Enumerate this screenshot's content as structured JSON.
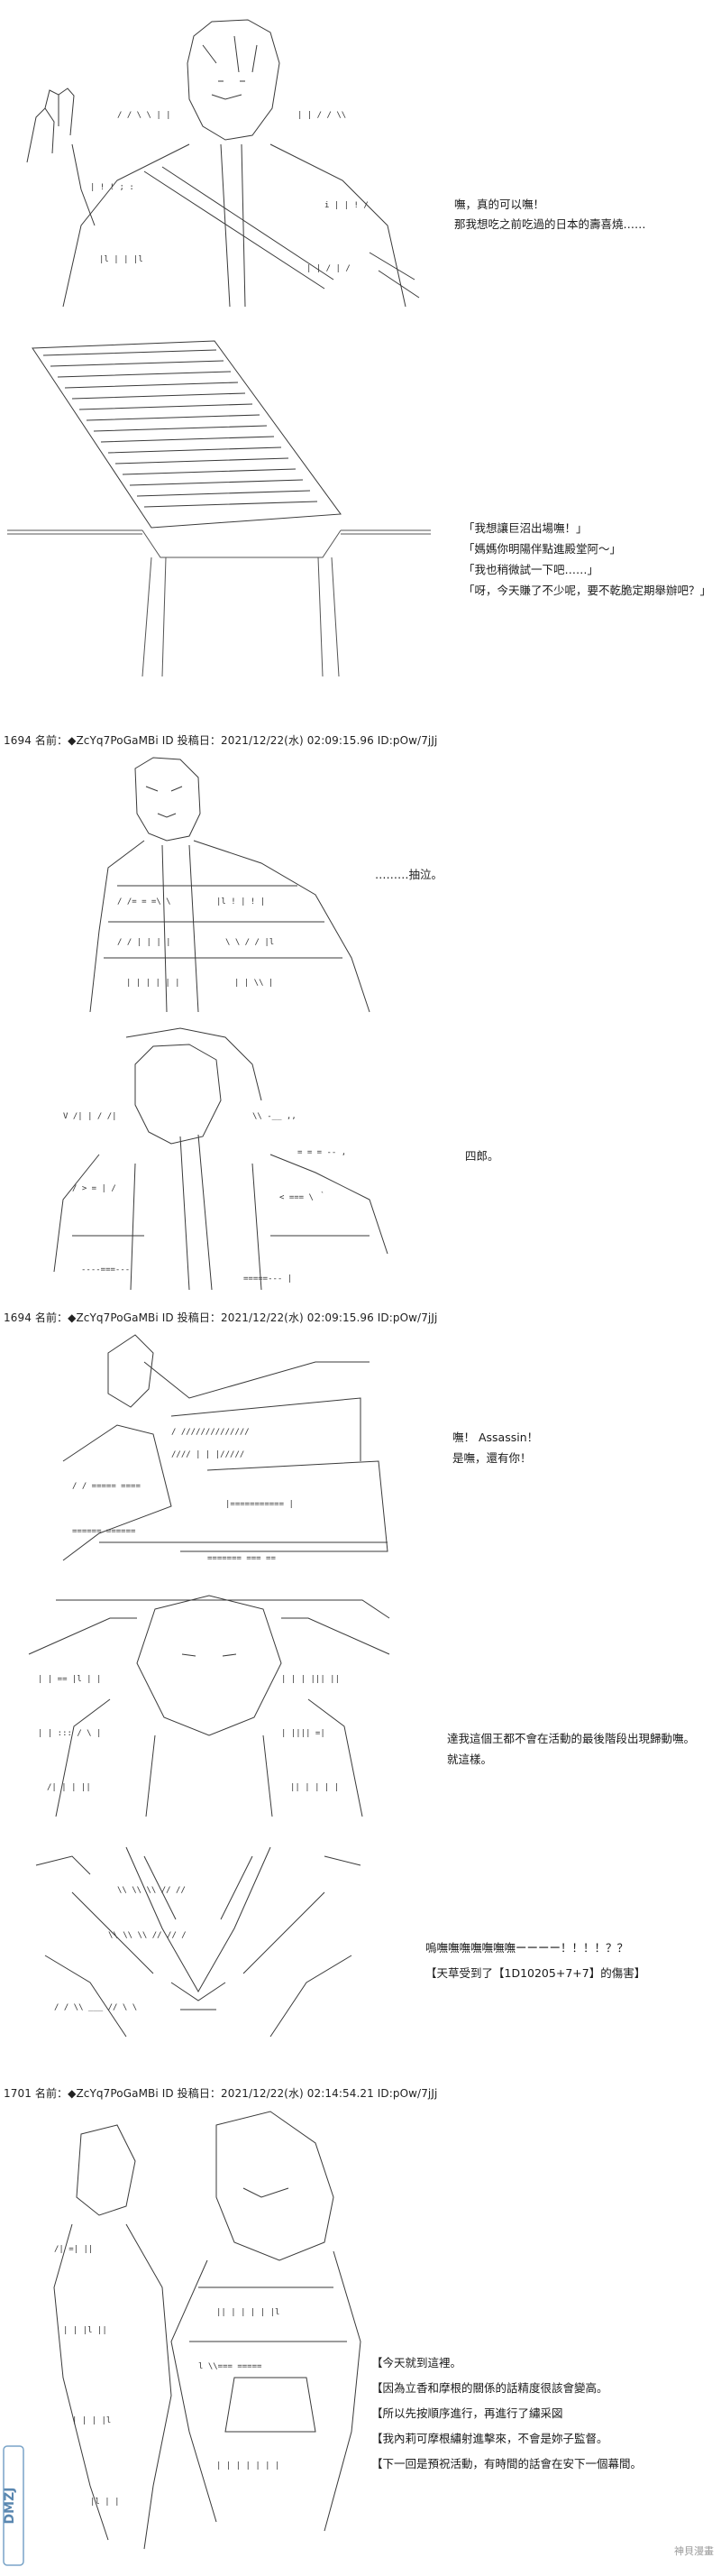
{
  "panels": [
    {
      "art_icon": "ascii-art-boy-in-jacket",
      "lines": [
        "嘸，真的可以嘸！",
        "那我想吃之前吃過的日本的壽喜燒……"
      ]
    },
    {
      "art_icon": "ascii-art-book-stand",
      "lines": [
        "「我想讓巨沼出場嘸！」",
        "「媽媽你明陽伴點進殿堂阿～」",
        "「我也稍微試一下吧……」",
        "「呀，今天賺了不少呢，要不乾脆定期舉辦吧？」"
      ]
    }
  ],
  "posts": [
    {
      "header": "1694 名前：◆ZcYq7PoGaMBi ID 投稿日：2021/12/22(水) 02:09:15.96 ID:pOw/7jJj",
      "scenes": [
        {
          "art_icon": "ascii-art-student-standing",
          "lines": [
            "………抽泣。"
          ]
        },
        {
          "art_icon": "ascii-art-armored-figure",
          "lines": [
            "四郎。"
          ]
        }
      ]
    },
    {
      "header": "1694 名前：◆ZcYq7PoGaMBi ID 投稿日：2021/12/22(水) 02:09:15.96 ID:pOw/7jJj",
      "scenes": [
        {
          "art_icon": "ascii-art-cloaked-assassin",
          "lines": [
            "嘸！ Assassin！",
            "是嘸，還有你！"
          ]
        },
        {
          "art_icon": "ascii-art-masked-warrior",
          "lines": [
            "達我這個王都不會在活動的最後階段出現歸動嘸。",
            "就這樣。"
          ]
        },
        {
          "art_icon": "ascii-art-winged-creature",
          "lines": [
            "嗚嘸嘸嘸嘸嘸嘸嘸ーーーー！！！！？？",
            "【天草受到了【1D10205+7+7】的傷害】"
          ]
        }
      ]
    },
    {
      "header": "1701 名前：◆ZcYq7PoGaMBi ID 投稿日：2021/12/22(水) 02:14:54.21 ID:pOw/7jJj",
      "scenes": [
        {
          "art_icon": "ascii-art-hooded-couple",
          "lines": [
            "【今天就到這裡。",
            "【因為立香和摩根的關係的話精度很該會變高。",
            "【所以先按順序進行，再進行了繡采図",
            "【我內莉可摩根繡射進擊來，不會是妳子監督。",
            "【下一回是預祝活動，有時間的話會在安下一個幕間。"
          ]
        }
      ]
    }
  ],
  "watermark": {
    "left_text": "DMZJ",
    "right_text": "神貝漫畫"
  }
}
